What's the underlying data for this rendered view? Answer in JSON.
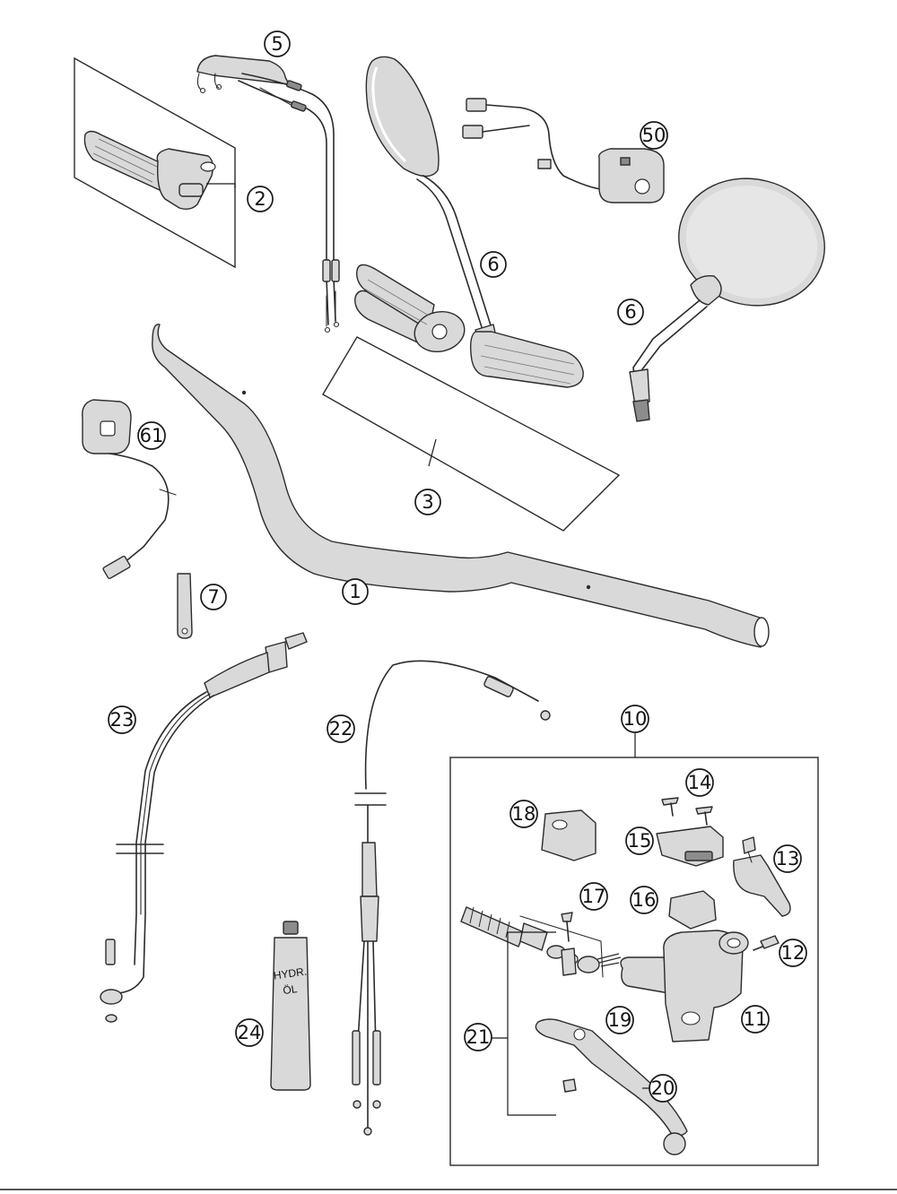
{
  "diagram": {
    "callouts": [
      {
        "id": "1",
        "label": "1"
      },
      {
        "id": "2",
        "label": "2"
      },
      {
        "id": "3",
        "label": "3"
      },
      {
        "id": "5",
        "label": "5"
      },
      {
        "id": "6a",
        "label": "6"
      },
      {
        "id": "6b",
        "label": "6"
      },
      {
        "id": "7",
        "label": "7"
      },
      {
        "id": "10",
        "label": "10"
      },
      {
        "id": "11",
        "label": "11"
      },
      {
        "id": "12",
        "label": "12"
      },
      {
        "id": "13",
        "label": "13"
      },
      {
        "id": "14",
        "label": "14"
      },
      {
        "id": "15",
        "label": "15"
      },
      {
        "id": "16",
        "label": "16"
      },
      {
        "id": "17",
        "label": "17"
      },
      {
        "id": "18",
        "label": "18"
      },
      {
        "id": "19",
        "label": "19"
      },
      {
        "id": "20",
        "label": "20"
      },
      {
        "id": "21",
        "label": "21"
      },
      {
        "id": "22",
        "label": "22"
      },
      {
        "id": "23",
        "label": "23"
      },
      {
        "id": "24",
        "label": "24"
      },
      {
        "id": "50",
        "label": "50"
      },
      {
        "id": "61",
        "label": "61"
      }
    ],
    "bottle_label": {
      "line1": "HYDR.",
      "line2": "ÖL"
    }
  }
}
